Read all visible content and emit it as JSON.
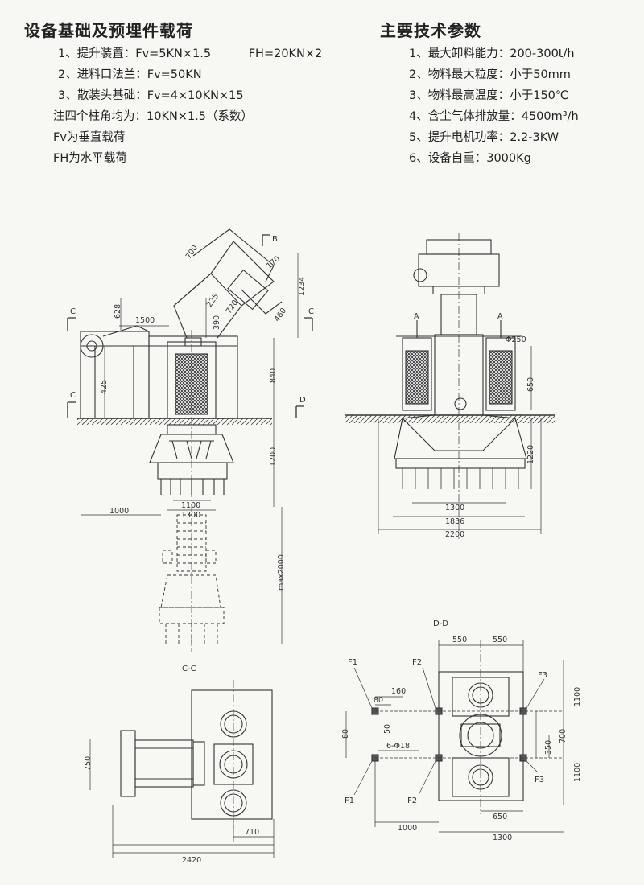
{
  "left_block": {
    "title": "设备基础及预埋件载荷",
    "lines": [
      {
        "text": "1、提升装置：Fv=5KN×1.5",
        "extra": "FH=20KN×2"
      },
      {
        "text": "2、进料口法兰：Fv=50KN"
      },
      {
        "text": "3、散装头基础：Fv=4×10KN×15"
      },
      {
        "text": "注四个柱角均为：10KN×1.5（系数）"
      },
      {
        "text": "Fv为垂直载荷"
      },
      {
        "text": "FH为水平载荷"
      }
    ]
  },
  "right_block": {
    "title": "主要技术参数",
    "lines": [
      {
        "text": "1、最大卸料能力：200-300t/h"
      },
      {
        "text": "2、物料最大粒度：小于50mm"
      },
      {
        "text": "3、物料最高温度：小于150℃"
      },
      {
        "text": "4、含尘气体排放量：4500m³/h"
      },
      {
        "text": "5、提升电机功率：2.2-3KW"
      },
      {
        "text": "6、设备自重：3000Kg"
      }
    ]
  },
  "front_view": {
    "dims": [
      "700",
      "170",
      "1234",
      "628",
      "1500",
      "390",
      "460",
      "720",
      "225",
      "425",
      "840",
      "1200",
      "1100",
      "1300",
      "1000",
      "max2000"
    ],
    "markers": [
      "B",
      "C",
      "C",
      "C",
      "D"
    ]
  },
  "side_view": {
    "dims": [
      "Φ250",
      "650",
      "1220",
      "1300",
      "1836",
      "2200"
    ],
    "markers": [
      "A",
      "A"
    ]
  },
  "cc_view": {
    "label": "C-C",
    "dims": [
      "750",
      "710",
      "2420"
    ]
  },
  "dd_view": {
    "label": "D-D",
    "dims": [
      "550",
      "550",
      "160",
      "80",
      "80",
      "50",
      "6-Φ18",
      "1100",
      "700",
      "350",
      "1100",
      "650",
      "1000",
      "1300"
    ],
    "forces": [
      "F1",
      "F2",
      "F3",
      "F1",
      "F2",
      "F3"
    ]
  }
}
